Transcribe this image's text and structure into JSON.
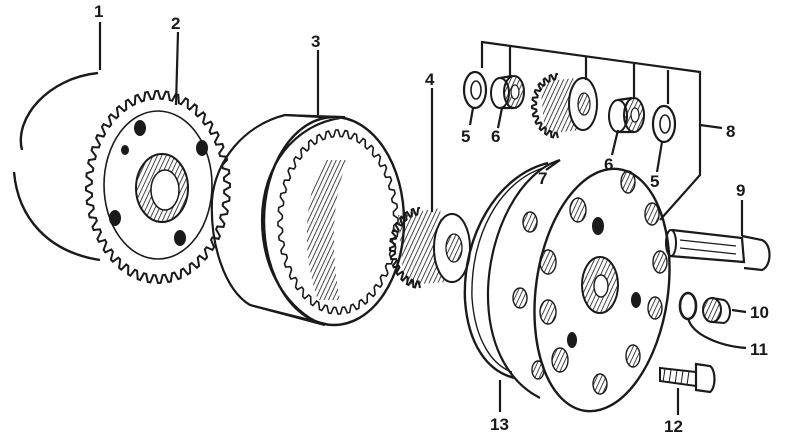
{
  "diagram": {
    "style": "exploded-view line drawing",
    "ink_color": "#1a1a1a",
    "background_color": "#ffffff",
    "parts": [
      {
        "id": "part-1",
        "callout": "1",
        "depicts": "snap-ring"
      },
      {
        "id": "part-2",
        "callout": "2",
        "depicts": "sun-gear-plate"
      },
      {
        "id": "part-3",
        "callout": "3",
        "depicts": "ring-gear"
      },
      {
        "id": "part-4",
        "callout": "4",
        "depicts": "sun-gear"
      },
      {
        "id": "part-5a",
        "callout": "5",
        "depicts": "thrust-washer"
      },
      {
        "id": "part-5b",
        "callout": "5",
        "depicts": "thrust-washer"
      },
      {
        "id": "part-6a",
        "callout": "6",
        "depicts": "needle-bearing"
      },
      {
        "id": "part-6b",
        "callout": "6",
        "depicts": "needle-bearing"
      },
      {
        "id": "part-7",
        "callout": "7",
        "depicts": "planet-gear"
      },
      {
        "id": "part-8",
        "callout": "8",
        "depicts": "planet-carrier-group"
      },
      {
        "id": "part-9",
        "callout": "9",
        "depicts": "planet-pin"
      },
      {
        "id": "part-10",
        "callout": "10",
        "depicts": "plug"
      },
      {
        "id": "part-11",
        "callout": "11",
        "depicts": "o-ring"
      },
      {
        "id": "part-12",
        "callout": "12",
        "depicts": "bolt"
      },
      {
        "id": "part-13",
        "callout": "13",
        "depicts": "seal-ring"
      }
    ]
  }
}
